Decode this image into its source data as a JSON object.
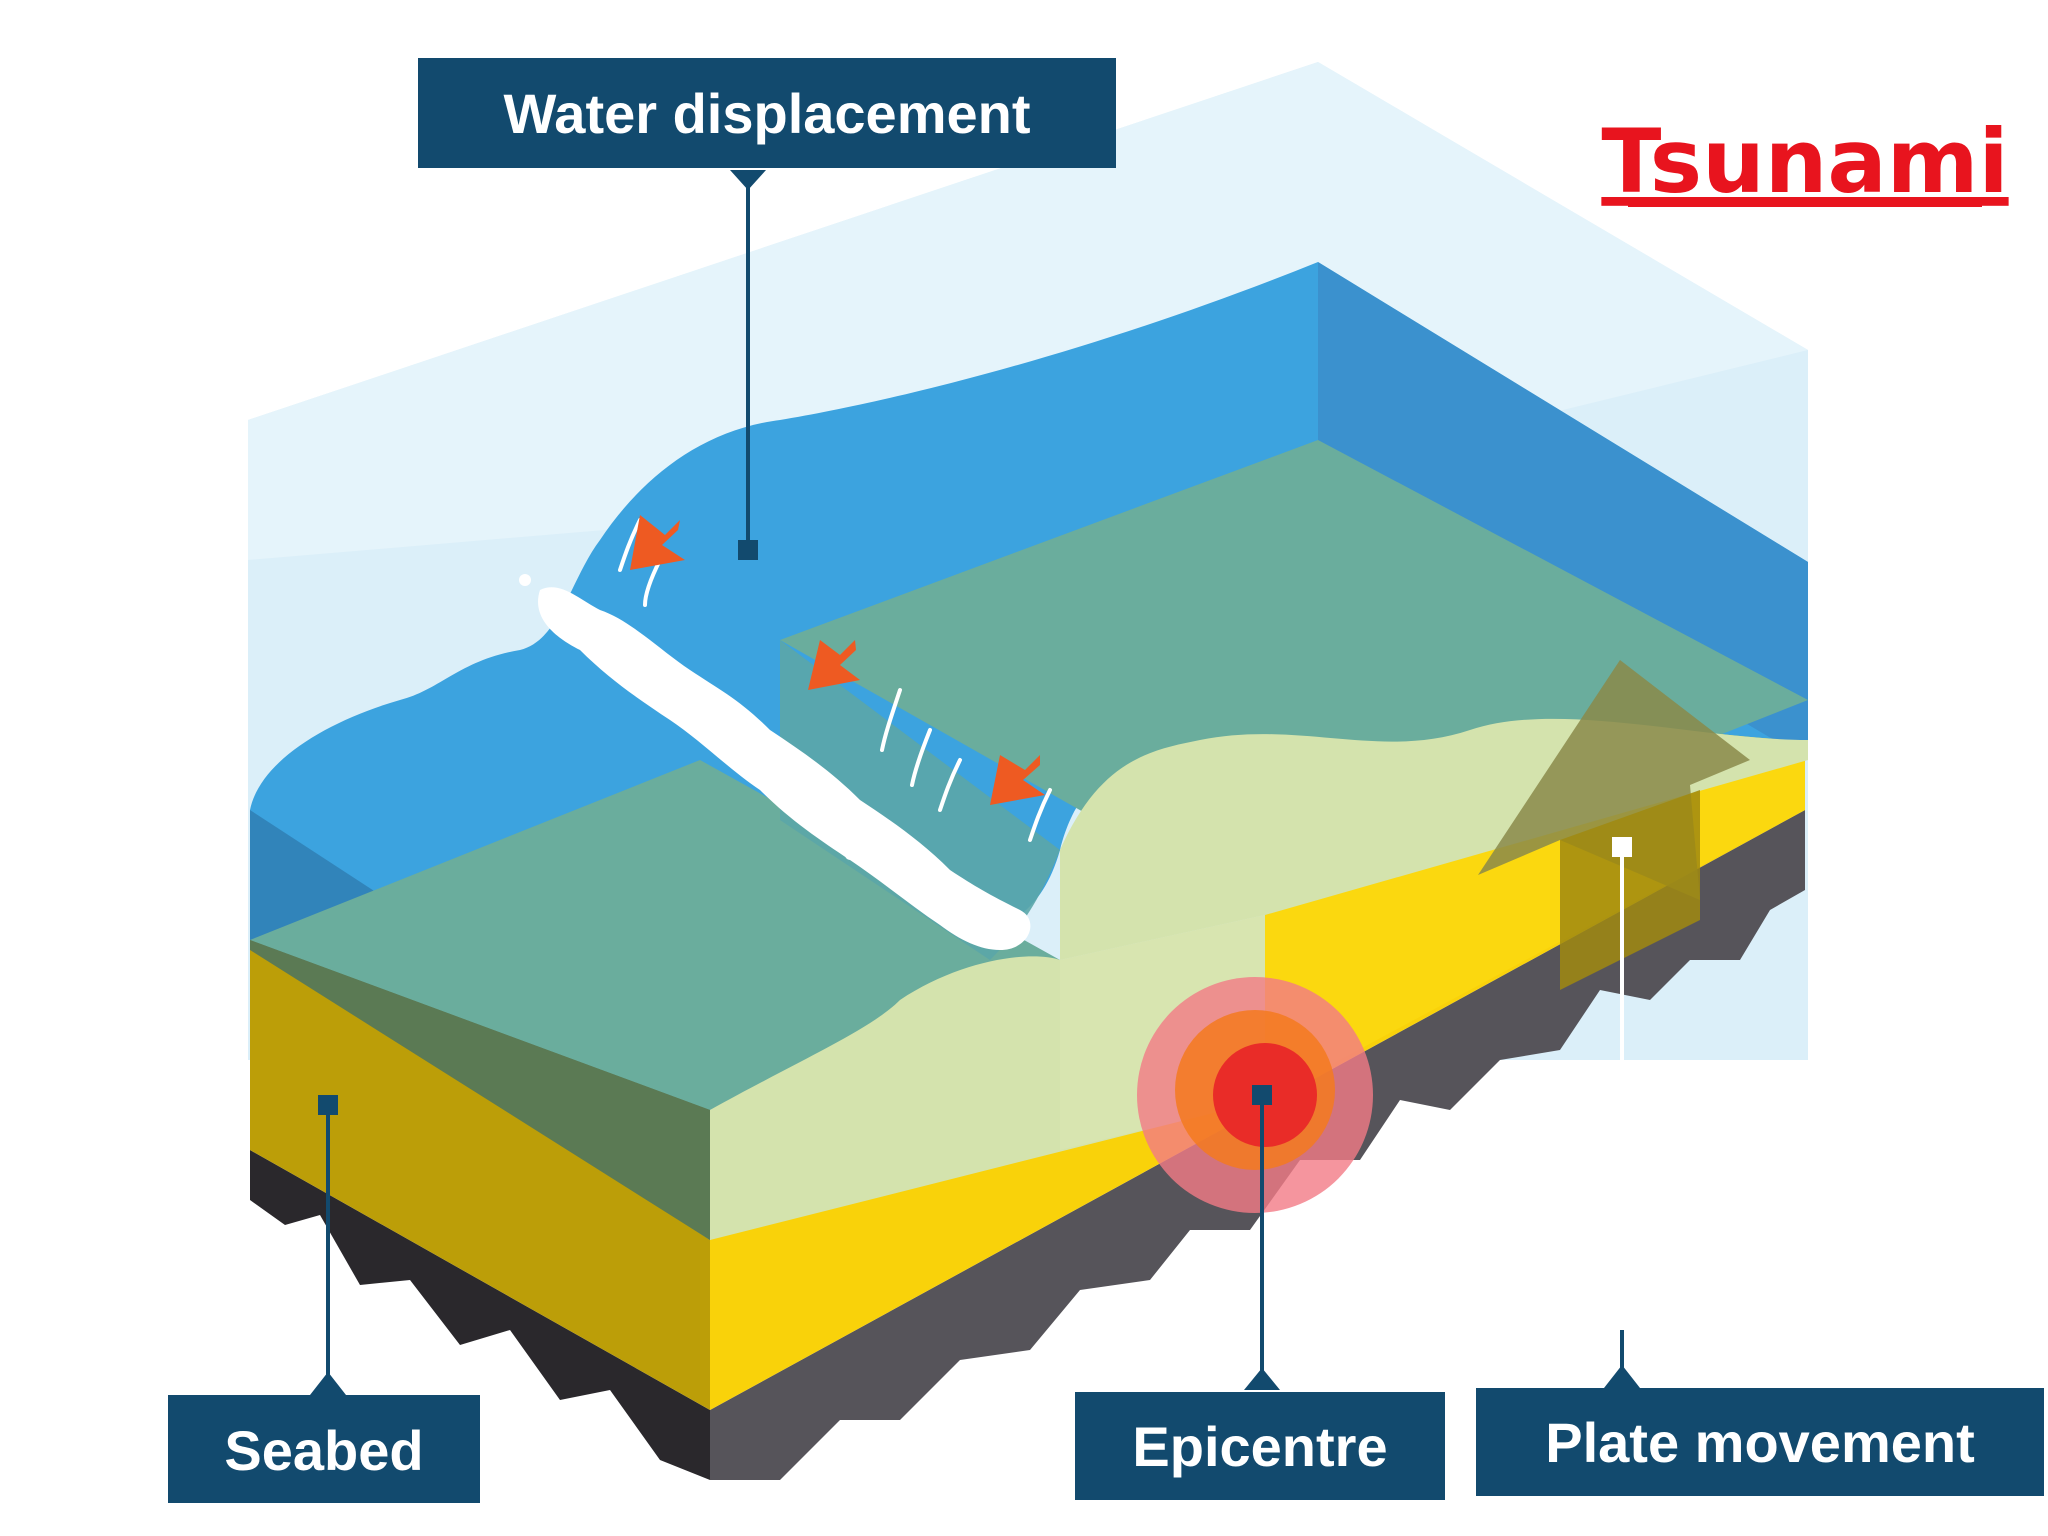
{
  "title": "Tsunami",
  "labels": {
    "water_displacement": "Water displacement",
    "seabed": "Seabed",
    "epicentre": "Epicentre",
    "plate_movement": "Plate movement"
  },
  "colors": {
    "title": "#e8141e",
    "label_box": "#124a6e",
    "water_deep": "#3ca3df",
    "water_light": "#d9eef9",
    "seabed_yellow": "#f9d20a",
    "seabed_dark_yellow": "#bc9e08",
    "bedrock": "#4f4d52",
    "epicentre": "#e82328",
    "arrow": "#ee5a22"
  }
}
